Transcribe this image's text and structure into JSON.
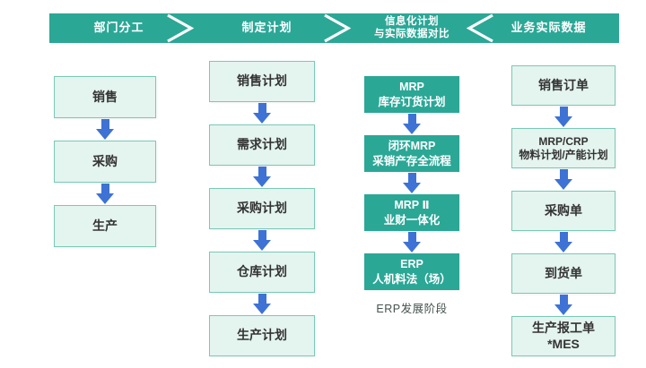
{
  "banner": {
    "segments": [
      {
        "label": "部门分工"
      },
      {
        "label": "制定计划"
      },
      {
        "label_line1": "信息化计划",
        "label_line2": "与实际数据对比"
      },
      {
        "label": "业务实际数据"
      }
    ]
  },
  "columns": [
    {
      "boxes": [
        {
          "lines": [
            "销售"
          ]
        },
        {
          "lines": [
            "采购"
          ]
        },
        {
          "lines": [
            "生产"
          ]
        }
      ]
    },
    {
      "boxes": [
        {
          "lines": [
            "销售计划"
          ]
        },
        {
          "lines": [
            "需求计划"
          ]
        },
        {
          "lines": [
            "采购计划"
          ]
        },
        {
          "lines": [
            "仓库计划"
          ]
        },
        {
          "lines": [
            "生产计划"
          ]
        }
      ]
    },
    {
      "boxes": [
        {
          "lines": [
            "MRP",
            "库存订货计划"
          ]
        },
        {
          "lines": [
            "闭环MRP",
            "采销产存全流程"
          ]
        },
        {
          "lines": [
            "MRP Ⅱ",
            "业财一体化"
          ]
        },
        {
          "lines": [
            "ERP",
            "人机料法（场）"
          ]
        }
      ],
      "caption": "ERP发展阶段"
    },
    {
      "boxes": [
        {
          "lines": [
            "销售订单"
          ]
        },
        {
          "lines": [
            "MRP/CRP",
            "物料计划/产能计划"
          ]
        },
        {
          "lines": [
            "采购单"
          ]
        },
        {
          "lines": [
            "到货单"
          ]
        },
        {
          "lines": [
            "生产报工单",
            "*MES"
          ]
        }
      ]
    }
  ],
  "colors": {
    "teal": "#2ba796",
    "box_fill": "#e4f4ef",
    "box_border": "#79c9b6",
    "arrow_blue": "#3e72d4",
    "box_text": "#333333",
    "caption_text": "#46534f"
  }
}
